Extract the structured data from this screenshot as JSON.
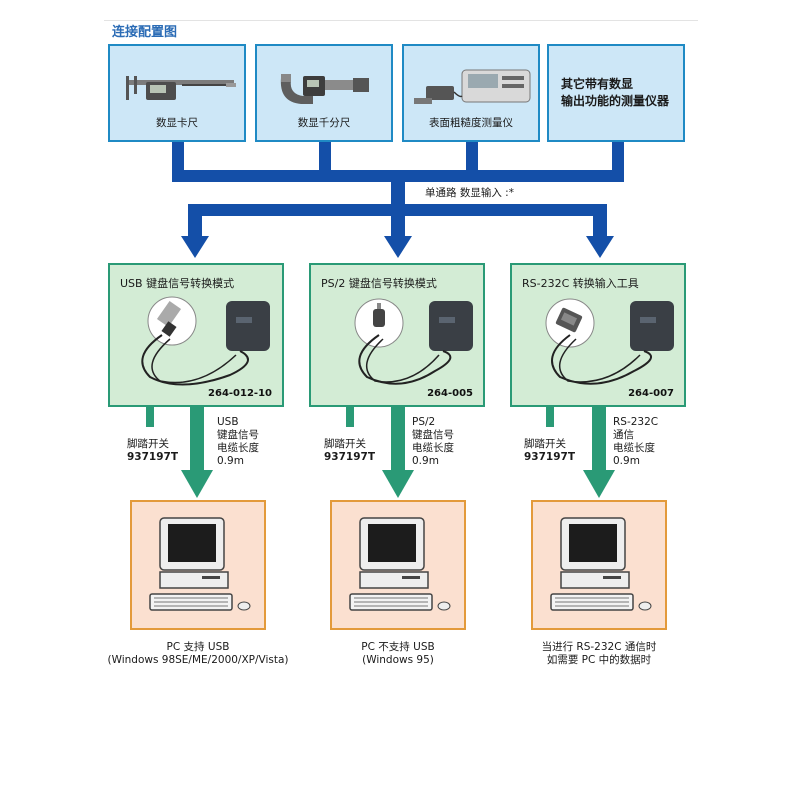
{
  "page": {
    "title": "连接配置图",
    "bus_label": "单通路 数显输入 :*"
  },
  "instruments": [
    {
      "label": "数显卡尺",
      "icon": "caliper-icon"
    },
    {
      "label": "数显千分尺",
      "icon": "micrometer-icon"
    },
    {
      "label": "表面粗糙度测量仪",
      "icon": "roughness-tester-icon"
    },
    {
      "label_line1": "其它带有数显",
      "label_line2": "输出功能的测量仪器"
    }
  ],
  "converters": [
    {
      "title": "USB 键盘信号转换模式",
      "model": "264-012-10",
      "connector": "usb-plug-icon",
      "foot_label": "脚踏开关",
      "foot_code": "937197T",
      "cable_1": "USB",
      "cable_2": "键盘信号",
      "cable_3": "电缆长度",
      "cable_4": "0.9m"
    },
    {
      "title": "PS/2 键盘信号转换模式",
      "model": "264-005",
      "connector": "ps2-plug-icon",
      "foot_label": "脚踏开关",
      "foot_code": "937197T",
      "cable_1": "PS/2",
      "cable_2": "键盘信号",
      "cable_3": "电缆长度",
      "cable_4": "0.9m"
    },
    {
      "title": "RS-232C 转换输入工具",
      "model": "264-007",
      "connector": "db9-plug-icon",
      "foot_label": "脚踏开关",
      "foot_code": "937197T",
      "cable_1": "RS-232C",
      "cable_2": "通信",
      "cable_3": "电缆长度",
      "cable_4": "0.9m"
    }
  ],
  "pcs": [
    {
      "line1": "PC 支持 USB",
      "line2": "(Windows 98SE/ME/2000/XP/Vista)"
    },
    {
      "line1": "PC 不支持 USB",
      "line2": "(Windows 95)"
    },
    {
      "line1": "当进行 RS-232C 通信时",
      "line2": "如需要 PC 中的数据时"
    }
  ],
  "colors": {
    "instrument_fill": "#cde7f7",
    "instrument_border": "#1f8ac4",
    "bus": "#144fa8",
    "converter_fill": "#d3ecd5",
    "converter_border": "#2a9a76",
    "pc_fill": "#fbe0d0",
    "pc_border": "#e39a3b",
    "title": "#2a6bb5"
  }
}
